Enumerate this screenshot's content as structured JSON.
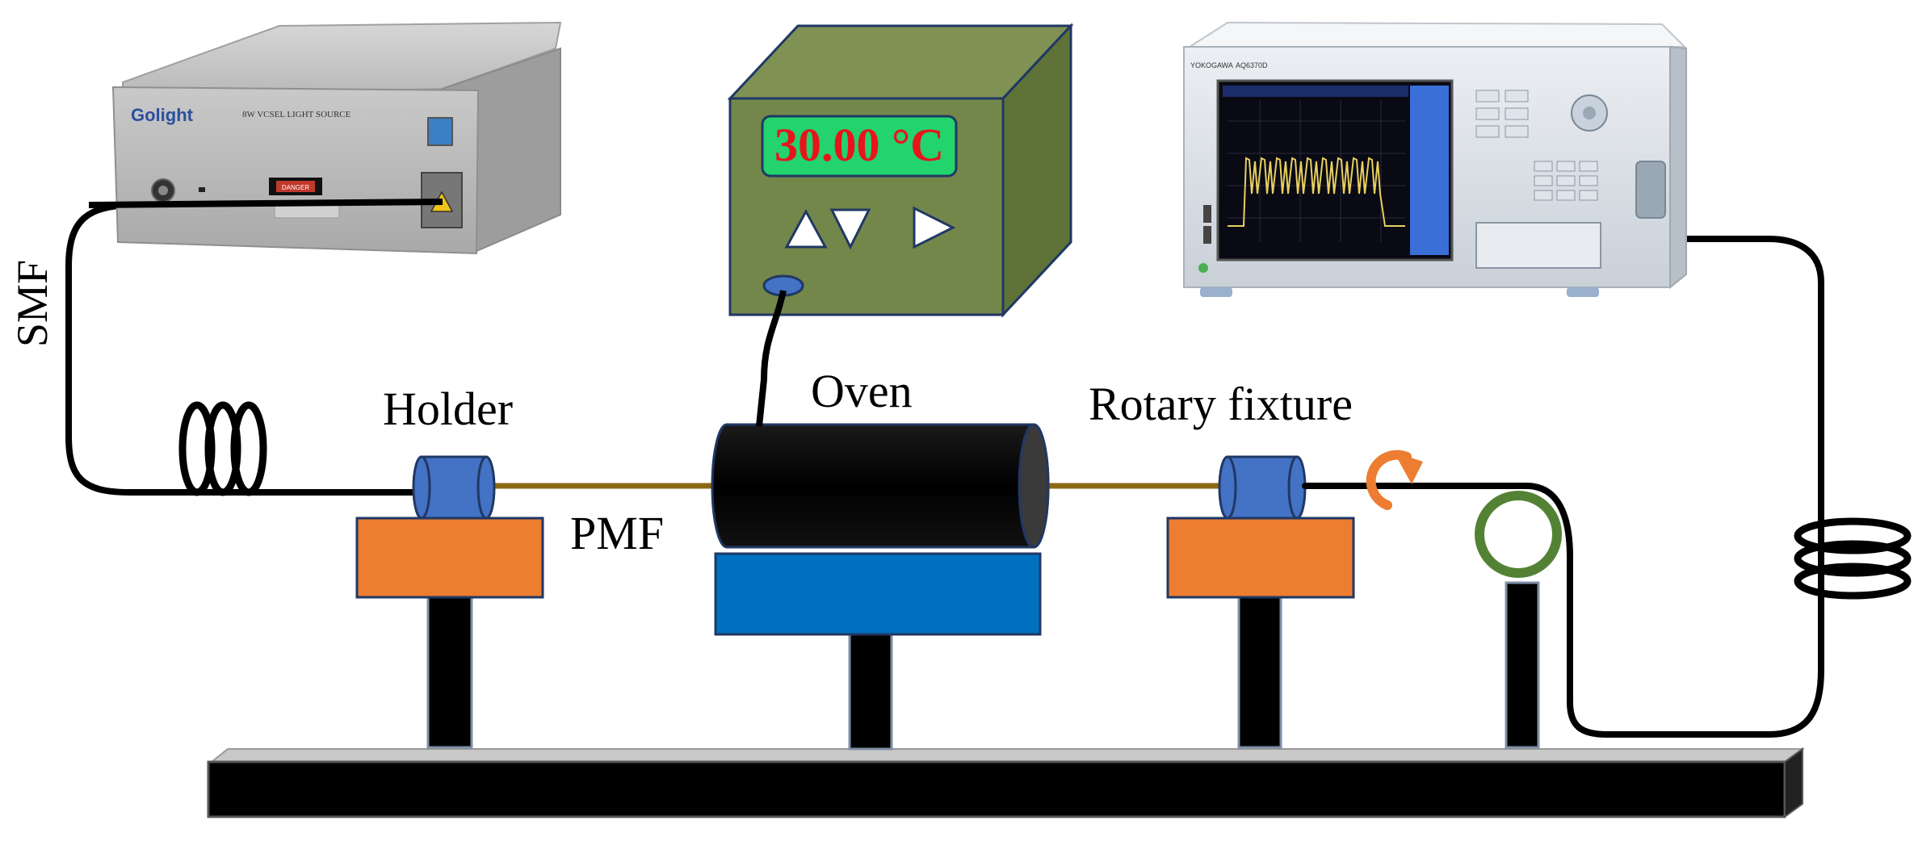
{
  "labels": {
    "smf": "SMF",
    "holder": "Holder",
    "pmf": "PMF",
    "oven": "Oven",
    "rotary_fixture": "Rotary fixture"
  },
  "light_source": {
    "brand": "Golight",
    "model_text": "8W VCSEL LIGHT SOURCE",
    "warning_label": "DANGER"
  },
  "temperature_controller": {
    "display": "30.00 °C",
    "display_color": "#e8141c",
    "display_bg": "#22d36e",
    "body_color": "#74874a",
    "buttons": [
      "up-arrow",
      "down-arrow",
      "right-arrow"
    ]
  },
  "spectrum_analyzer": {
    "brand": "YOKOGAWA",
    "model_text": "AQ6370D",
    "trace_color": "#e8d060"
  },
  "colors": {
    "holder_block": "#ed7d31",
    "oven_base": "#0070c0",
    "fiber_clamp": "#4472c4",
    "pmf_fiber": "#8b6914",
    "guide_wheel": "#548235",
    "rotation_arrow": "#ed7d31"
  }
}
